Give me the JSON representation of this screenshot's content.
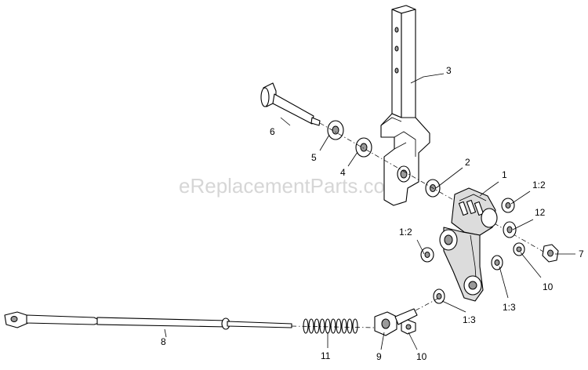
{
  "watermark": "eReplacementParts.com",
  "callouts": {
    "c1": "1",
    "c1_2a": "1:2",
    "c1_2b": "1:2",
    "c1_3a": "1:3",
    "c1_3b": "1:3",
    "c2": "2",
    "c3": "3",
    "c4": "4",
    "c5": "5",
    "c6": "6",
    "c7": "7",
    "c8": "8",
    "c9": "9",
    "c10a": "10",
    "c10b": "10",
    "c11": "11",
    "c12": "12"
  }
}
